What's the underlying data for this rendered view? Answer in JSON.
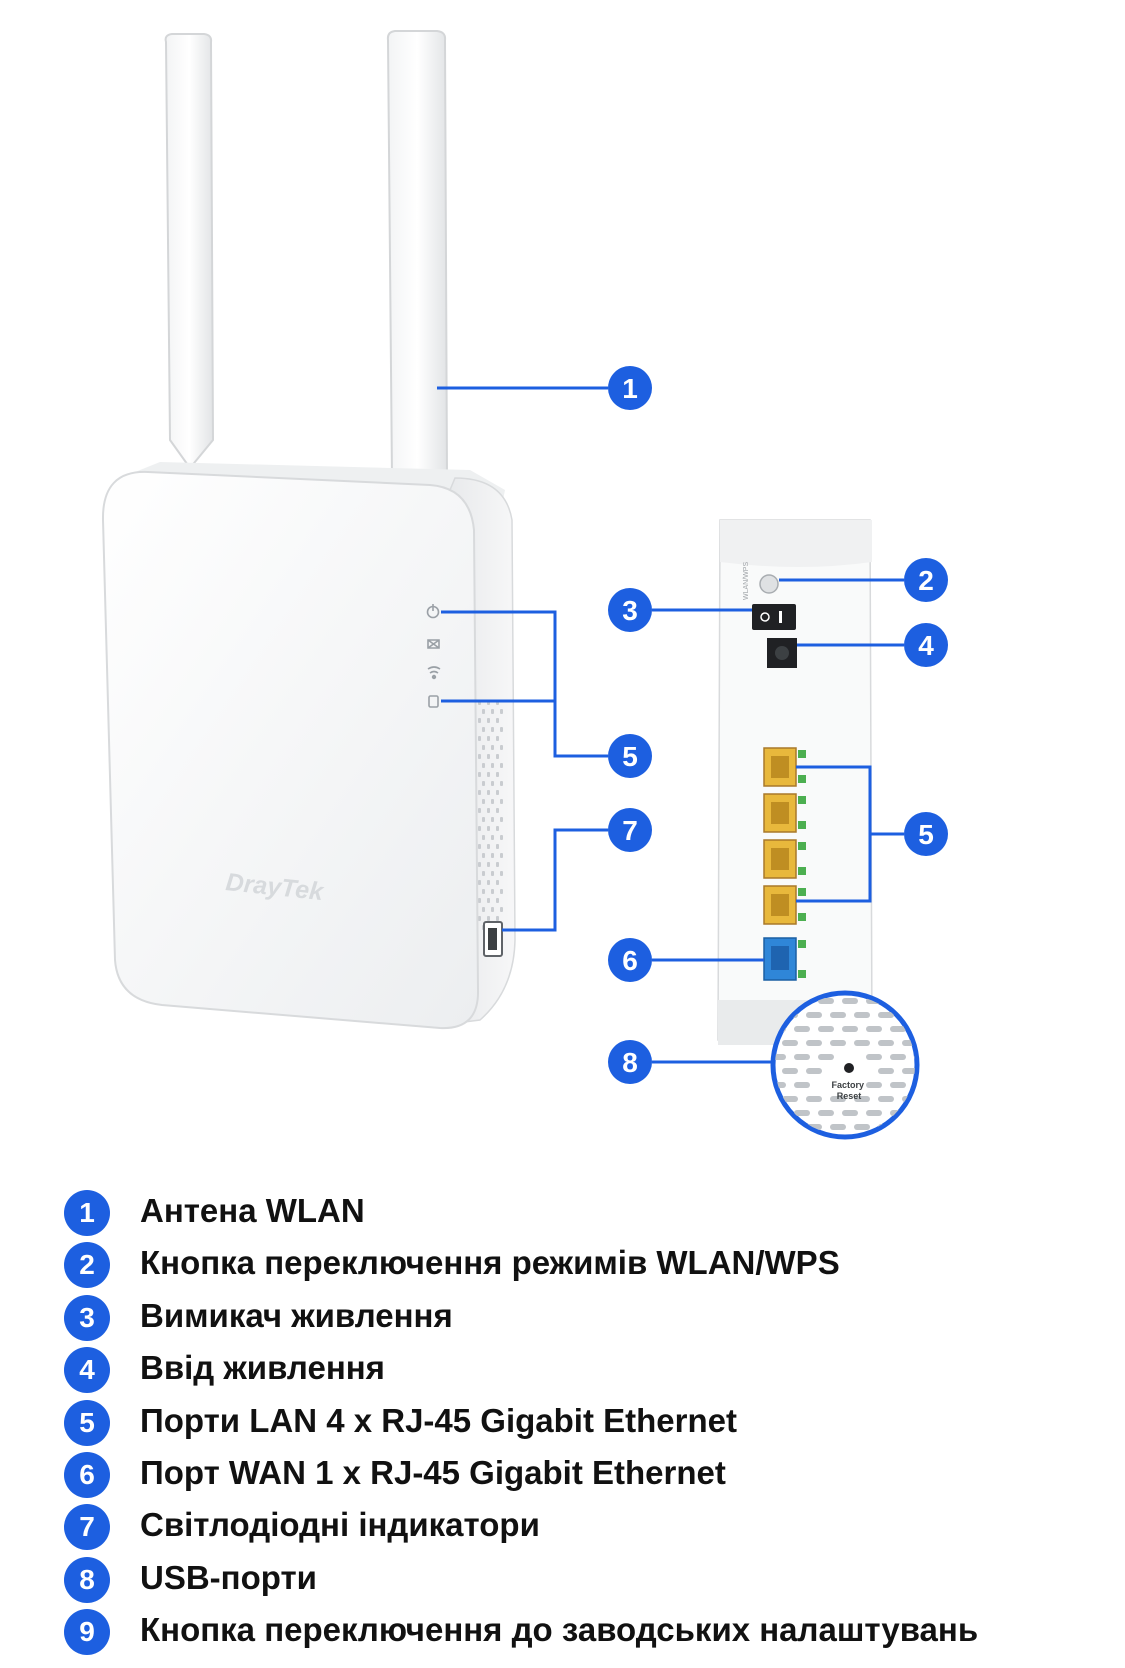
{
  "brand": "DrayTek",
  "factory_reset_label": [
    "Factory",
    "Reset"
  ],
  "callout_color": "#1d5fe0",
  "callouts": [
    {
      "number": "1",
      "target": "wlan-antenna"
    },
    {
      "number": "2",
      "target": "wlan-wps-button"
    },
    {
      "number": "3",
      "target": "power-switch"
    },
    {
      "number": "4",
      "target": "power-input"
    },
    {
      "number": "5",
      "target": "led-indicators"
    },
    {
      "number": "5",
      "target": "lan-ports"
    },
    {
      "number": "6",
      "target": "wan-port"
    },
    {
      "number": "7",
      "target": "usb-port"
    },
    {
      "number": "8",
      "target": "factory-reset-button"
    }
  ],
  "legend": [
    {
      "number": "1",
      "label": "Антена WLAN"
    },
    {
      "number": "2",
      "label": "Кнопка переключення режимів WLAN/WPS"
    },
    {
      "number": "3",
      "label": "Вимикач живлення"
    },
    {
      "number": "4",
      "label": "Ввід живлення"
    },
    {
      "number": "5",
      "label": "Порти LAN 4 x RJ-45 Gigabit Ethernet"
    },
    {
      "number": "6",
      "label": "Порт WAN 1 x RJ-45 Gigabit Ethernet"
    },
    {
      "number": "7",
      "label": "Світлодіодні індикатори"
    },
    {
      "number": "8",
      "label": "USB-порти"
    },
    {
      "number": "9",
      "label": "Кнопка переключення до заводських налаштувань"
    }
  ]
}
